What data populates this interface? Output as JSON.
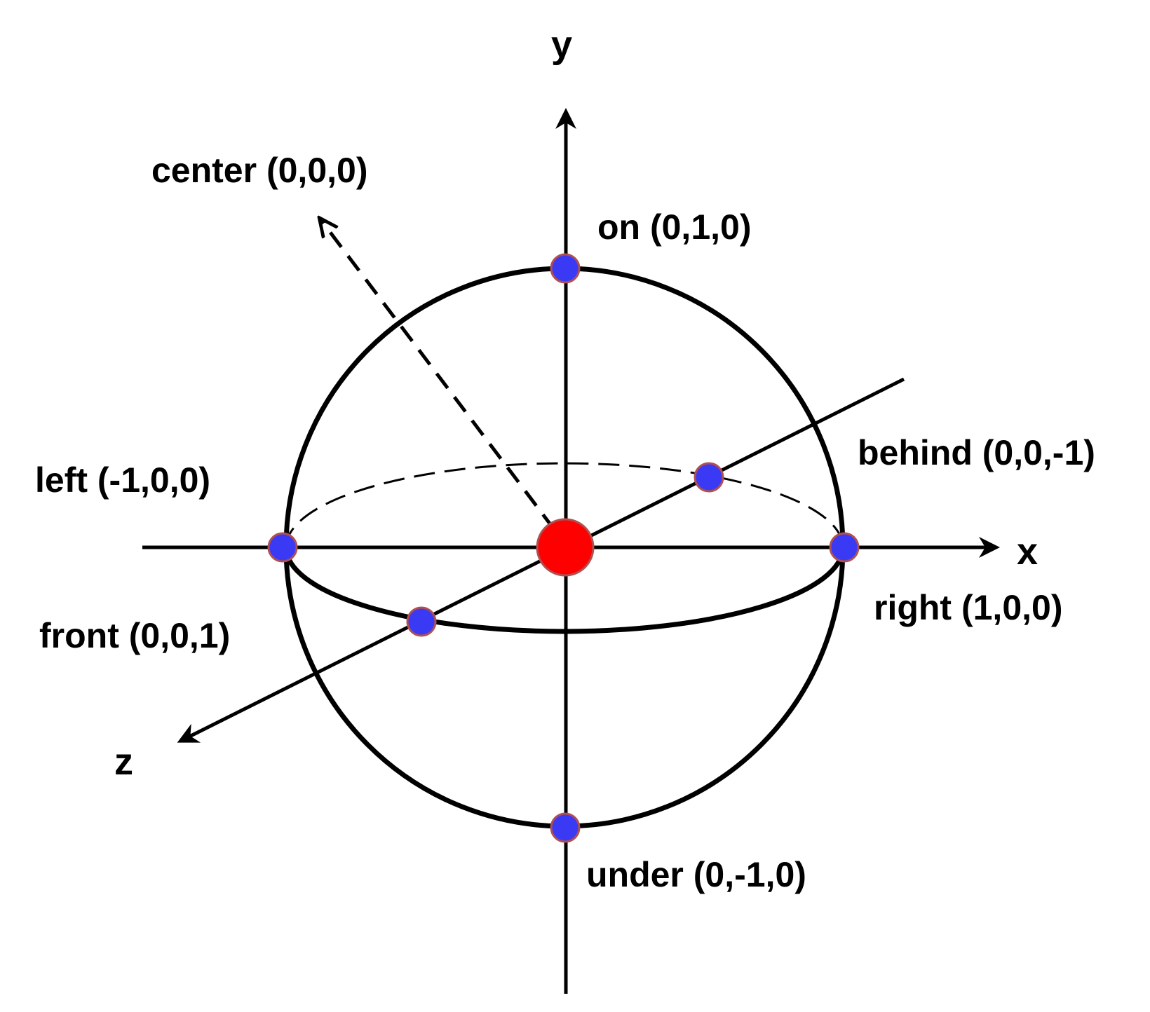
{
  "axes": {
    "x": "x",
    "y": "y",
    "z": "z"
  },
  "points": {
    "center": {
      "label": "center (0,0,0)",
      "color": "#ff0000"
    },
    "on": {
      "label": "on (0,1,0)",
      "color": "#3a3af5"
    },
    "under": {
      "label": "under (0,-1,0)",
      "color": "#3a3af5"
    },
    "left": {
      "label": "left (-1,0,0)",
      "color": "#3a3af5"
    },
    "right": {
      "label": "right (1,0,0)",
      "color": "#3a3af5"
    },
    "front": {
      "label": "front (0,0,1)",
      "color": "#3a3af5"
    },
    "behind": {
      "label": "behind (0,0,-1)",
      "color": "#3a3af5"
    }
  },
  "colors": {
    "stroke": "#000000",
    "point_outline": "#b05050"
  }
}
